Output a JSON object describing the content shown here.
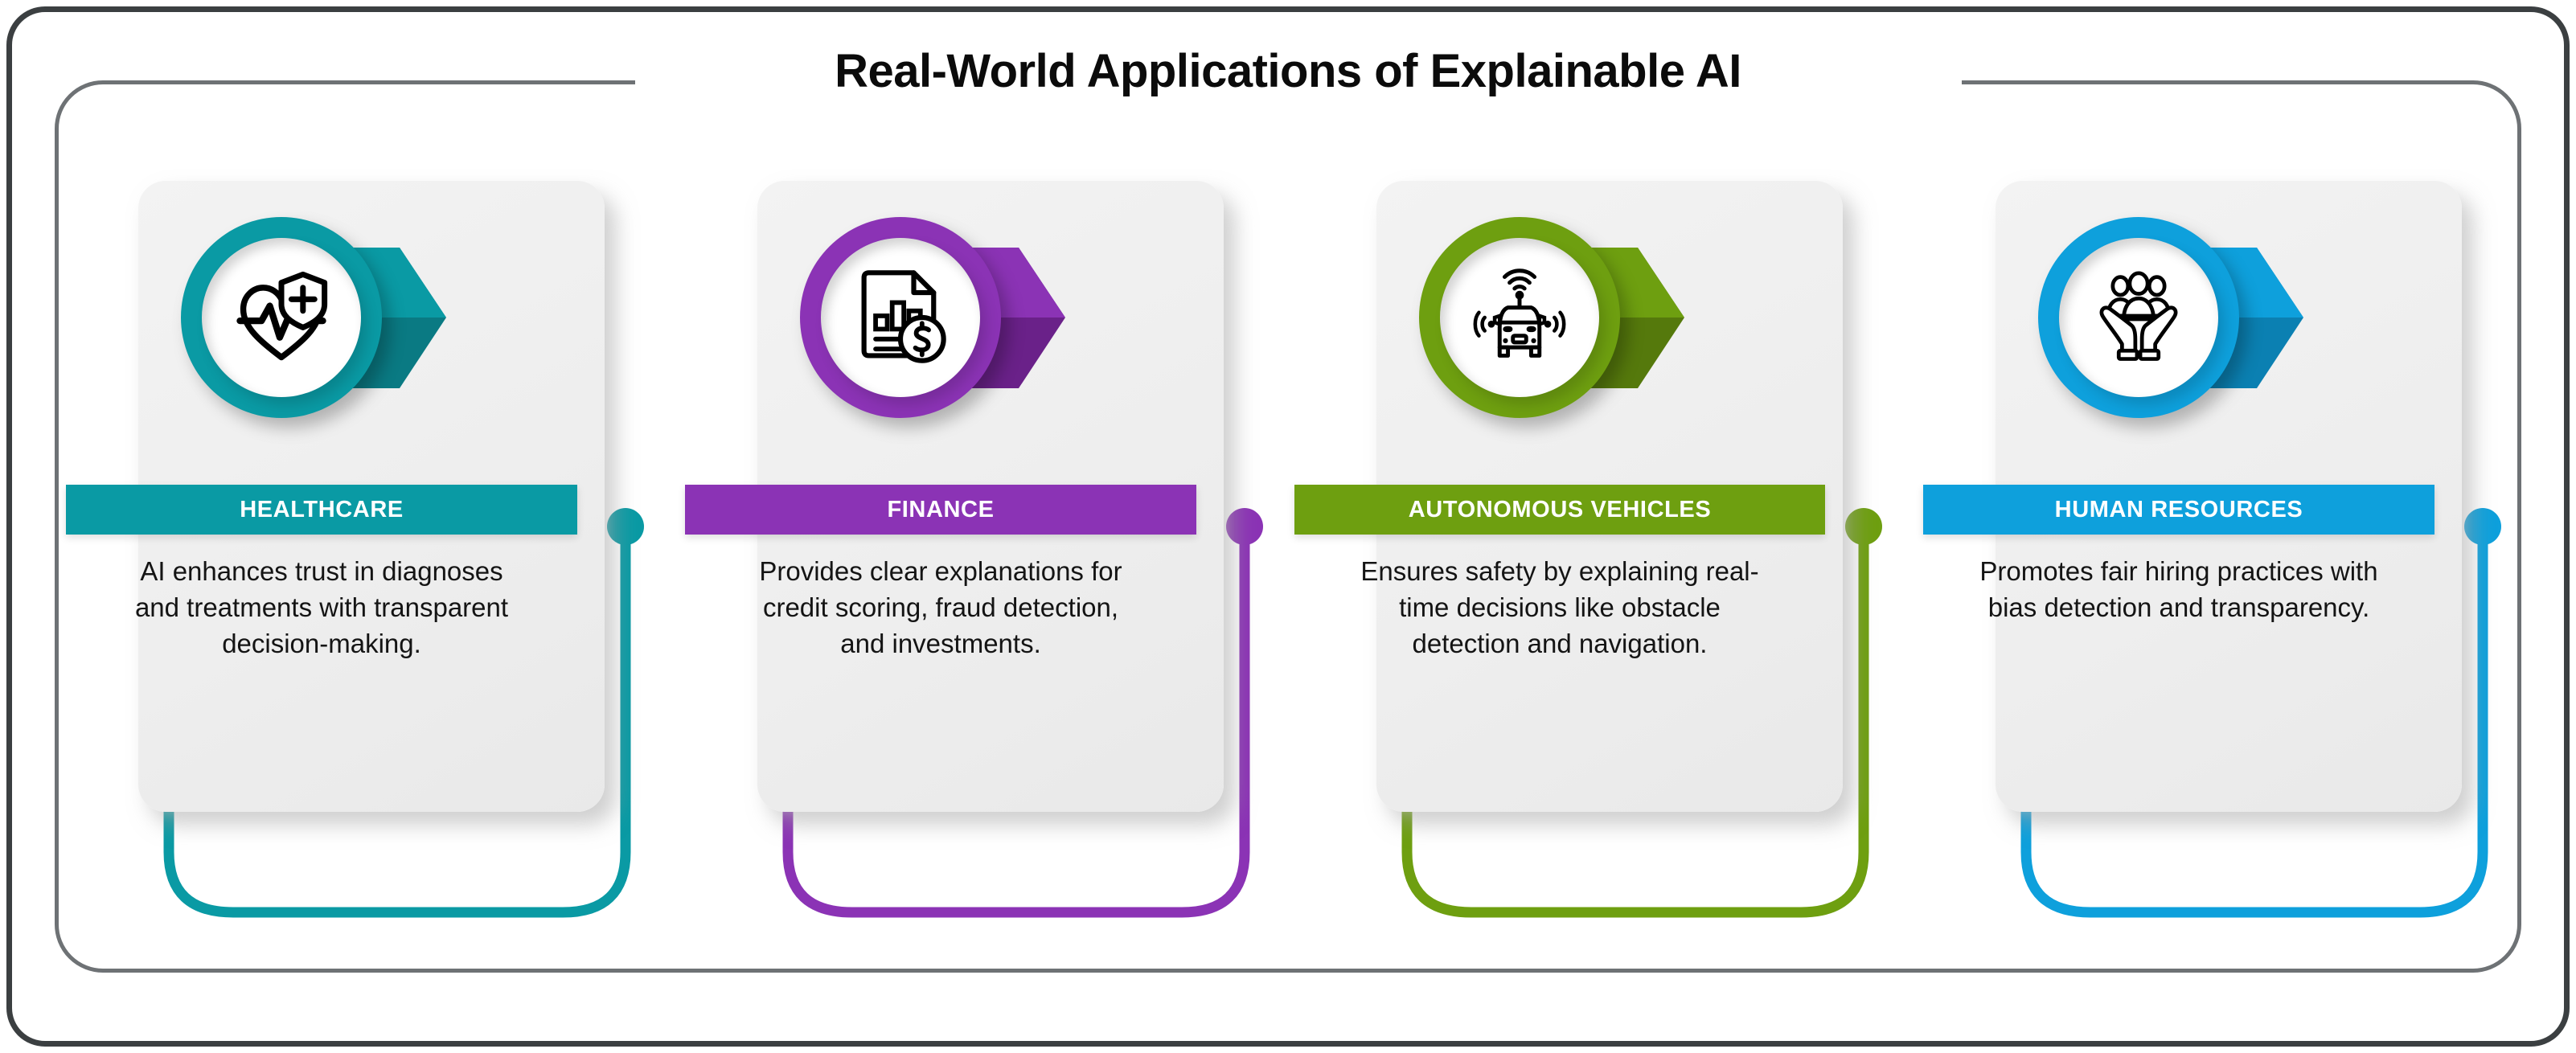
{
  "header": {
    "title": "Real-World Applications of Explainable AI"
  },
  "cards": [
    {
      "label": "HEALTHCARE",
      "body": "AI enhances trust in diagnoses and treatments with transparent decision-making.",
      "icon": "heart-pulse-shield-icon",
      "color": "#0A9AA4",
      "color_dark": "#0A7A83"
    },
    {
      "label": "FINANCE",
      "body": "Provides clear explanations for credit scoring, fraud detection, and investments.",
      "icon": "financial-report-dollar-icon",
      "color": "#8B33B5",
      "color_dark": "#6A2189"
    },
    {
      "label": "AUTONOMOUS VEHICLES",
      "body": "Ensures safety by explaining real-time decisions like obstacle detection and navigation.",
      "icon": "smart-car-signal-icon",
      "color": "#6E9F10",
      "color_dark": "#55790C"
    },
    {
      "label": "HUMAN RESOURCES",
      "body": "Promotes fair hiring practices with bias detection and transparency.",
      "icon": "people-in-hands-icon",
      "color": "#0EA0DC",
      "color_dark": "#0B80B2"
    }
  ],
  "frame": {
    "outer_color": "#3b3f41",
    "inner_color": "#6e7275"
  }
}
